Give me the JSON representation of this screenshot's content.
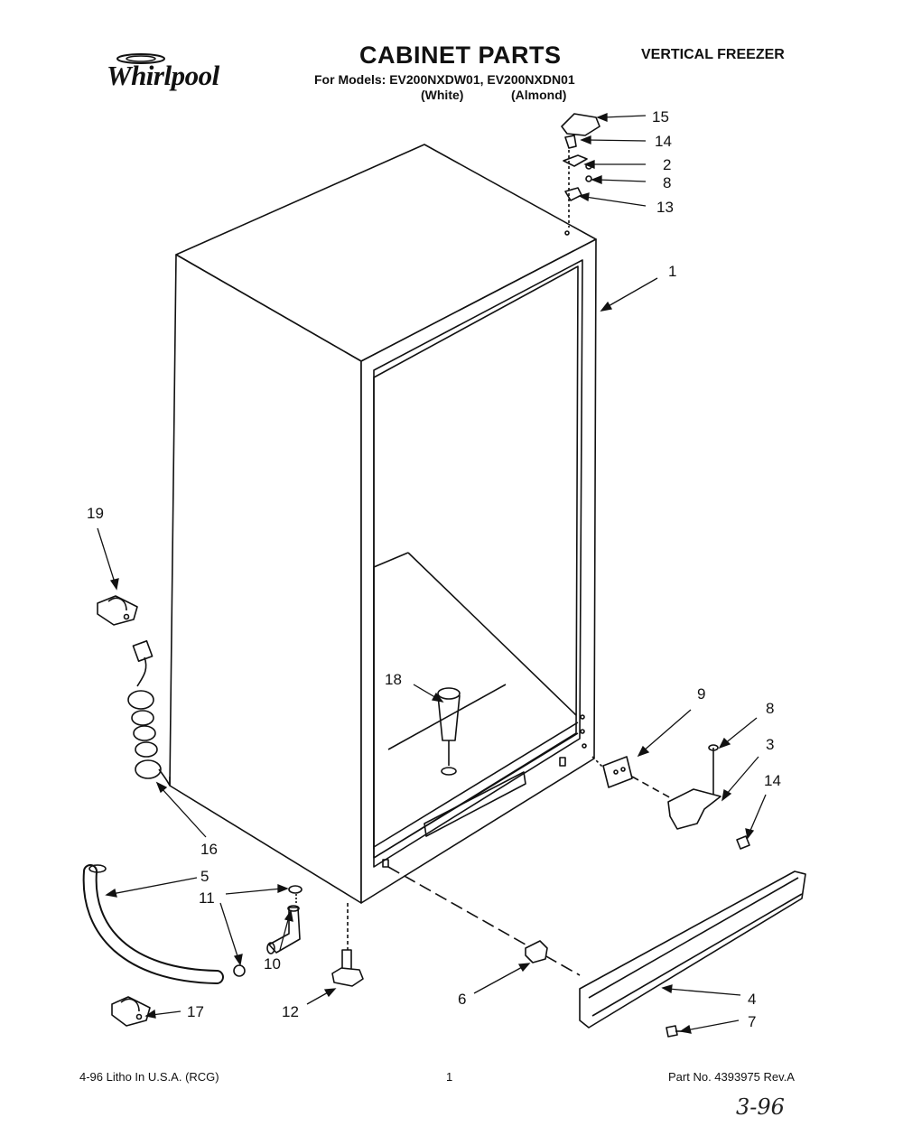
{
  "header": {
    "brand": "Whirlpool",
    "title": "CABINET PARTS",
    "models_line": "For Models: EV200NXDW01, EV200NXDN01",
    "variant_white": "(White)",
    "variant_almond": "(Almond)",
    "category": "VERTICAL FREEZER"
  },
  "callouts": {
    "c1": "1",
    "c2": "2",
    "c3": "3",
    "c4": "4",
    "c5": "5",
    "c6": "6",
    "c7": "7",
    "c8a": "8",
    "c8b": "8",
    "c9": "9",
    "c10": "10",
    "c11": "11",
    "c12": "12",
    "c13": "13",
    "c14a": "14",
    "c14b": "14",
    "c15": "15",
    "c16": "16",
    "c17": "17",
    "c18": "18",
    "c19": "19"
  },
  "footer": {
    "litho": "4-96 Litho In U.S.A. (RCG)",
    "page": "1",
    "part_no": "Part No. 4393975 Rev.A",
    "handwritten": "3-96"
  }
}
